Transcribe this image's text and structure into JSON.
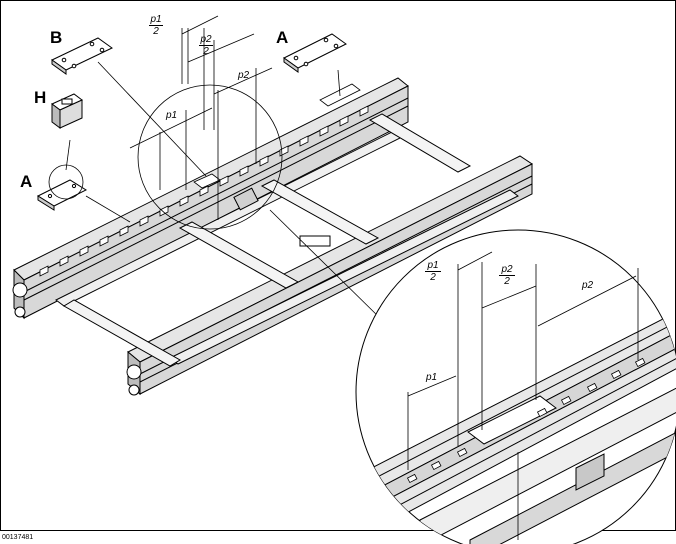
{
  "labels": {
    "A": "A",
    "B": "B",
    "H": "H"
  },
  "dimensions": {
    "p1": "p1",
    "p2": "p2",
    "p1_half_num": "p1",
    "p2_half_num": "p2",
    "half_den": "2"
  },
  "doc_id": "00137481",
  "colors": {
    "line": "#000000",
    "profile_fill": "#e6e6e6",
    "profile_shade": "#bdbdbd",
    "background": "#ffffff"
  }
}
